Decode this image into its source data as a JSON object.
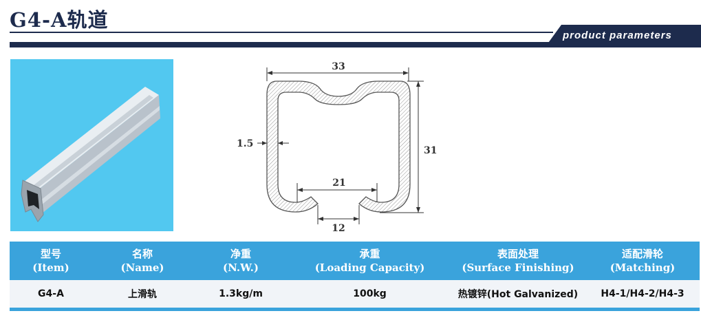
{
  "header": {
    "title": "G4-A轨道",
    "tab_label": "product parameters"
  },
  "photo": {
    "icon": "rail-photo",
    "background": "#52c8f0"
  },
  "drawing": {
    "icon": "rail-cross-section-drawing",
    "dimensions": {
      "width_top": "33",
      "height": "31",
      "thickness": "1.5",
      "inner_width": "21",
      "opening": "12"
    }
  },
  "table": {
    "headers": [
      {
        "cn": "型号",
        "en": "(Item)"
      },
      {
        "cn": "名称",
        "en": "(Name)"
      },
      {
        "cn": "净重",
        "en": "(N.W.)"
      },
      {
        "cn": "承重",
        "en": "(Loading Capacity)"
      },
      {
        "cn": "表面处理",
        "en": "(Surface Finishing)"
      },
      {
        "cn": "适配滑轮",
        "en": "(Matching)"
      }
    ],
    "rows": [
      [
        "G4-A",
        "上滑轨",
        "1.3kg/m",
        "100kg",
        "热镀锌(Hot Galvanized)",
        "H4-1/H4-2/H4-3"
      ]
    ]
  },
  "colors": {
    "navy": "#1d2b4d",
    "header_blue": "#3aa3dc",
    "photo_blue": "#52c8f0"
  }
}
